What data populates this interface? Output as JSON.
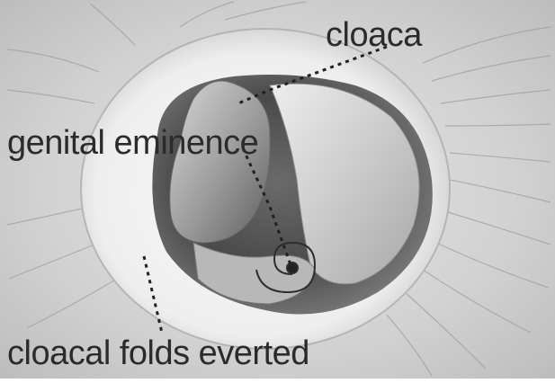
{
  "labels": {
    "cloaca": "cloaca",
    "genital_eminence": "genital eminence",
    "cloacal_folds": "cloacal folds everted"
  }
}
